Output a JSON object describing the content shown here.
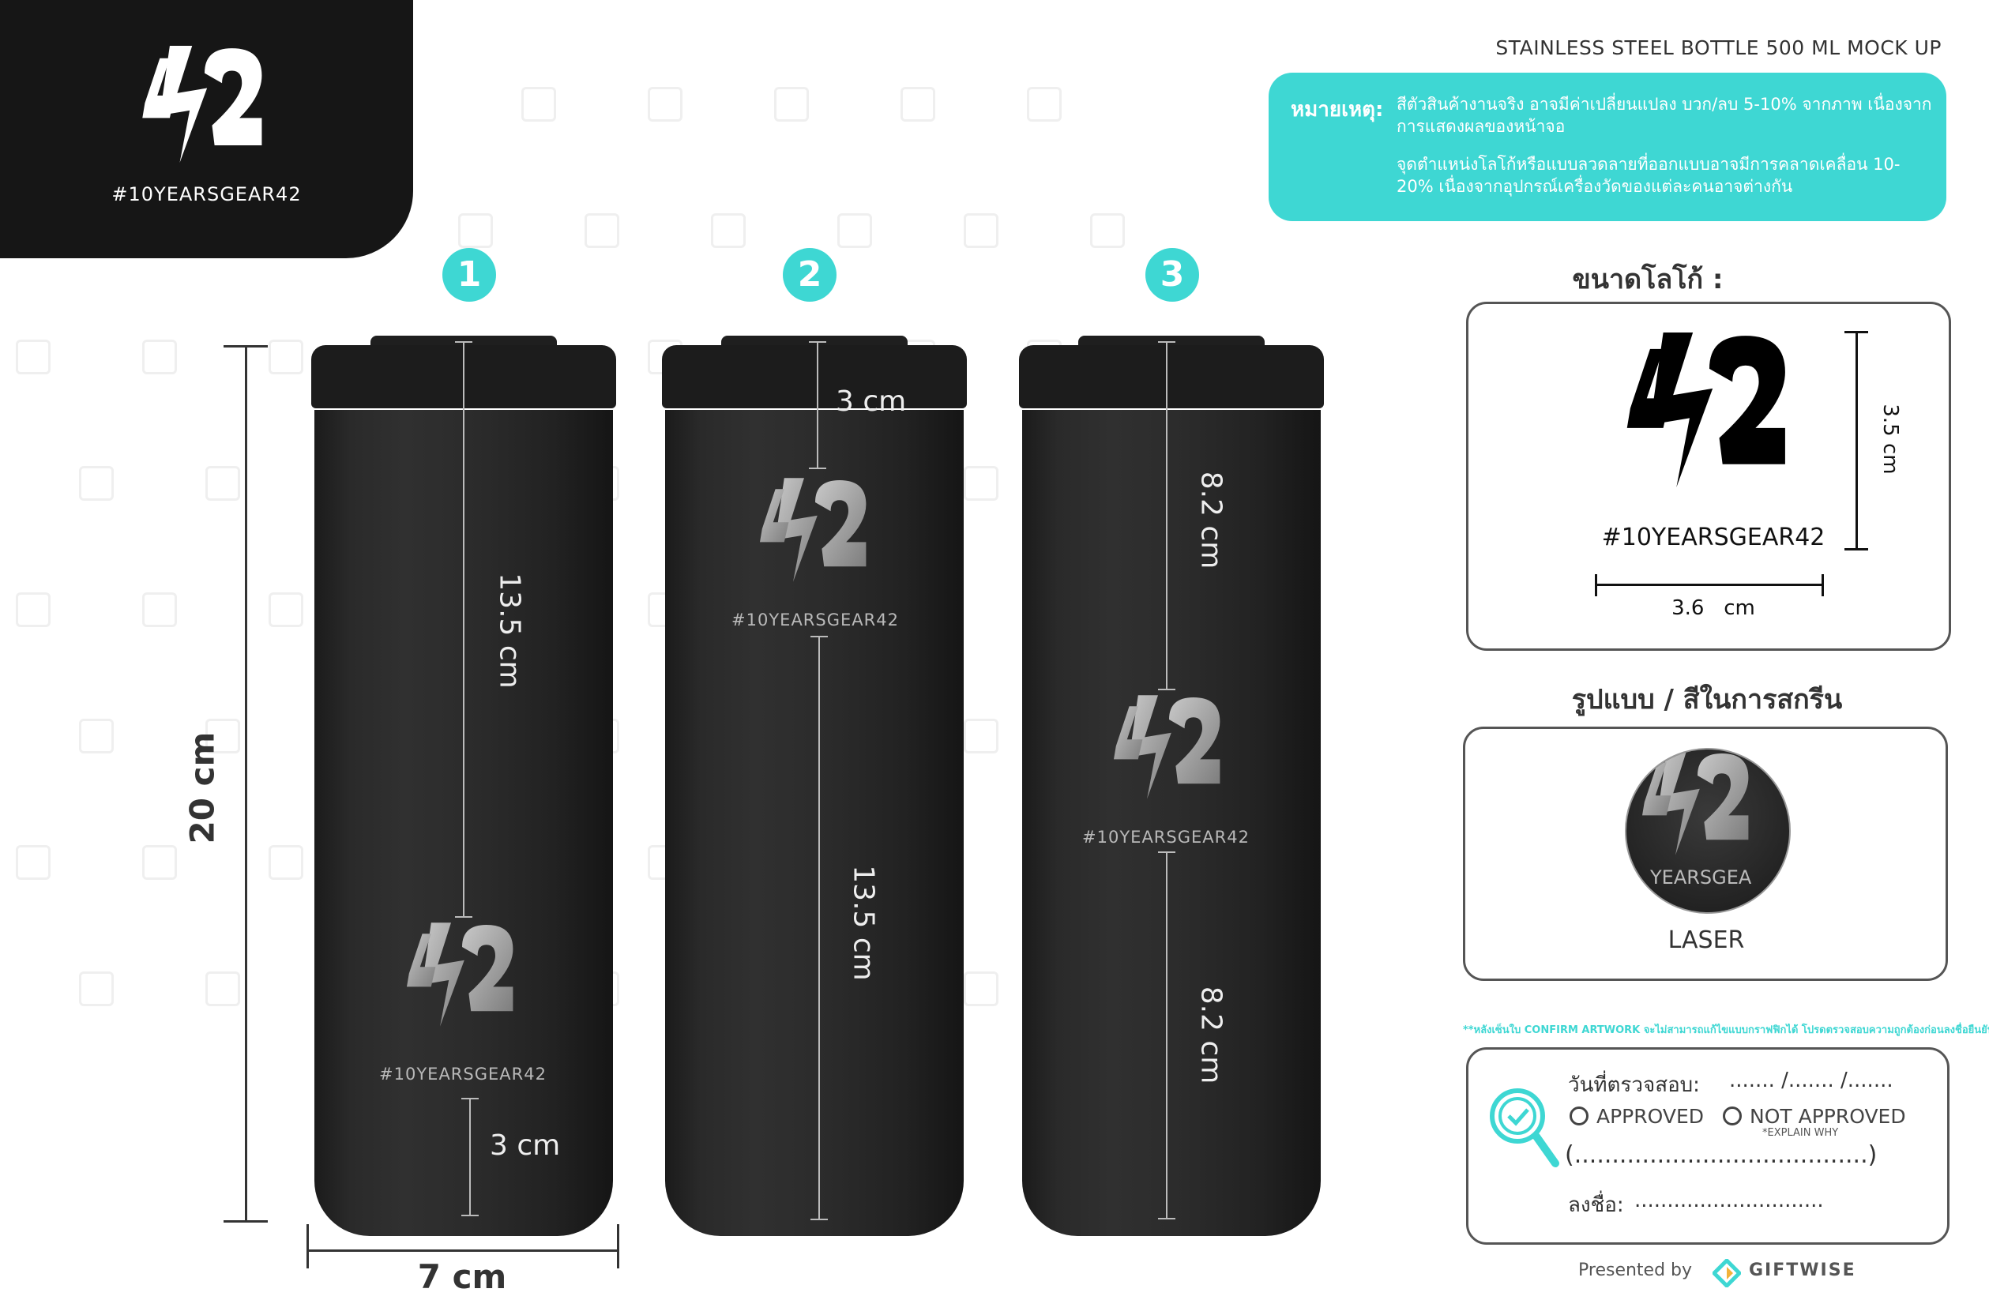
{
  "brand": {
    "hashtag": "#10YEARSGEAR42",
    "logo_icon": "gear42-logo-icon"
  },
  "doc_title": "STAINLESS STEEL BOTTLE 500 ML MOCK UP",
  "note": {
    "label": "หมายเหตุ:",
    "line1": "สีตัวสินค้างานจริง อาจมีค่าเปลี่ยนแปลง บวก/ลบ 5-10% จากภาพ เนื่องจากการแสดงผลของหน้าจอ",
    "line2": "จุดตำแหน่งโลโก้หรือแบบลวดลายที่ออกแบบอาจมีการคลาดเคลื่อน 10-20% เนื่องจากอุปกรณ์เครื่องวัดของแต่ละคนอาจต่างกัน"
  },
  "variants": [
    {
      "number": "1",
      "top_dim": "13.5 cm",
      "bottom_dim": "3 cm",
      "tag": "#10YEARSGEAR42"
    },
    {
      "number": "2",
      "top_dim": "3 cm",
      "bottom_dim": "13.5 cm",
      "tag": "#10YEARSGEAR42"
    },
    {
      "number": "3",
      "top_dim": "8.2 cm",
      "bottom_dim": "8.2 cm",
      "tag": "#10YEARSGEAR42"
    }
  ],
  "bottle_dims": {
    "height": "20 cm",
    "width": "7 cm"
  },
  "logo_size": {
    "heading": "ขนาดโลโก้ :",
    "tag": "#10YEARSGEAR42",
    "height": "3.5 cm",
    "width": "3.6   cm"
  },
  "print_style": {
    "heading": "รูปแบบ / สีในการสกรีน",
    "zoom_text": "YEARSGEA",
    "method": "LASER"
  },
  "disclaimer": "**หลังเซ็นใบ CONFIRM ARTWORK จะไม่สามารถแก้ไขแบบกราฟฟิกได้ โปรดตรวจสอบความถูกต้องก่อนลงชื่อยืนยัน",
  "approval": {
    "date_label": "วันที่ตรวจสอบ:",
    "date_blank": "....... /....... /.......",
    "approved": "APPROVED",
    "not_approved": "NOT APPROVED",
    "explain": "*EXPLAIN WHY",
    "reason_blank": "(.......................................)",
    "sign_label": "ลงชื่อ:",
    "sign_blank": ".............................",
    "icon": "search-check-icon"
  },
  "footer": {
    "presented_by": "Presented by",
    "company": "GIFTWISE"
  },
  "colors": {
    "accent": "#3ed7d3",
    "dark": "#161616"
  }
}
